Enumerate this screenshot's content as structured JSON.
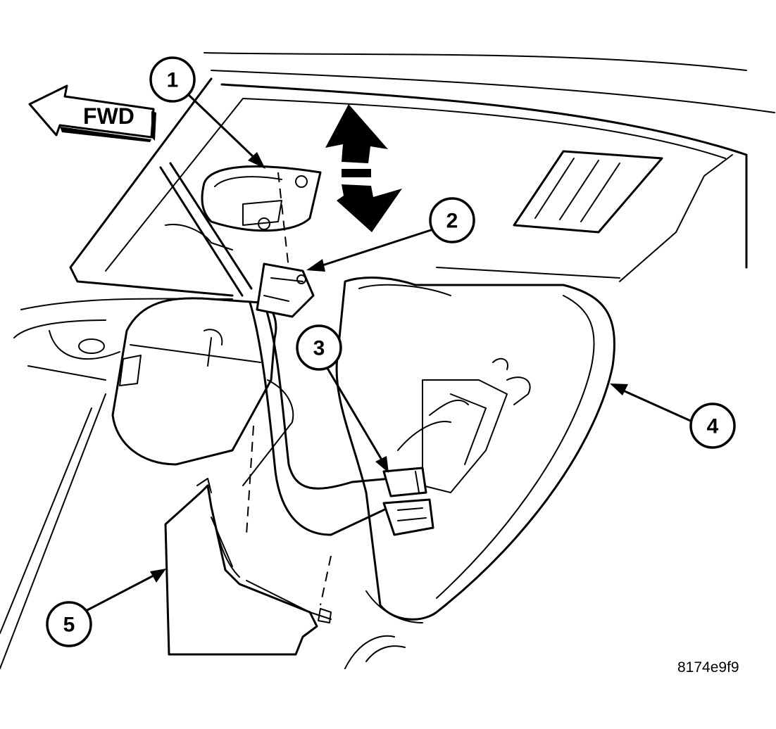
{
  "direction_label": "FWD",
  "callouts": [
    {
      "id": "1",
      "label": "1"
    },
    {
      "id": "2",
      "label": "2"
    },
    {
      "id": "3",
      "label": "3"
    },
    {
      "id": "4",
      "label": "4"
    },
    {
      "id": "5",
      "label": "5"
    }
  ],
  "figure_code": "8174e9f9"
}
